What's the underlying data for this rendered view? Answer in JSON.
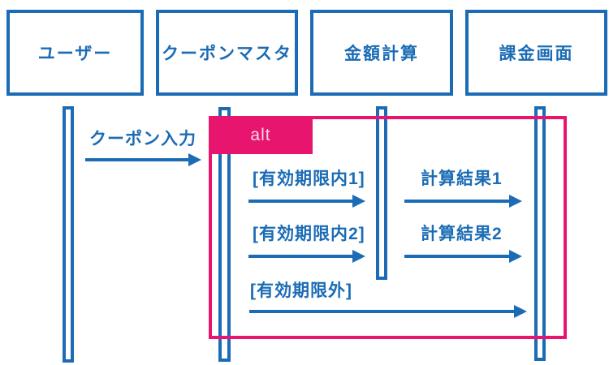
{
  "colors": {
    "line_blue": "#1b6cb5",
    "frame_pink": "#e8156e",
    "alt_label_text": "#f8d9e9",
    "background": "#ffffff"
  },
  "actors": [
    {
      "label": "ユーザー"
    },
    {
      "label": "クーポンマスタ"
    },
    {
      "label": "金額計算"
    },
    {
      "label": "課金画面"
    }
  ],
  "alt_fragment": {
    "operator_label": "alt"
  },
  "messages": [
    {
      "label": "クーポン入力",
      "from": "ユーザー",
      "to": "クーポンマスタ"
    },
    {
      "label": "[有効期限内1]",
      "from": "クーポンマスタ",
      "to": "金額計算"
    },
    {
      "label": "計算結果1",
      "from": "金額計算",
      "to": "課金画面"
    },
    {
      "label": "[有効期限内2]",
      "from": "クーポンマスタ",
      "to": "金額計算"
    },
    {
      "label": "計算結果2",
      "from": "金額計算",
      "to": "課金画面"
    },
    {
      "label": "[有効期限外]",
      "from": "クーポンマスタ",
      "to": "課金画面"
    }
  ]
}
